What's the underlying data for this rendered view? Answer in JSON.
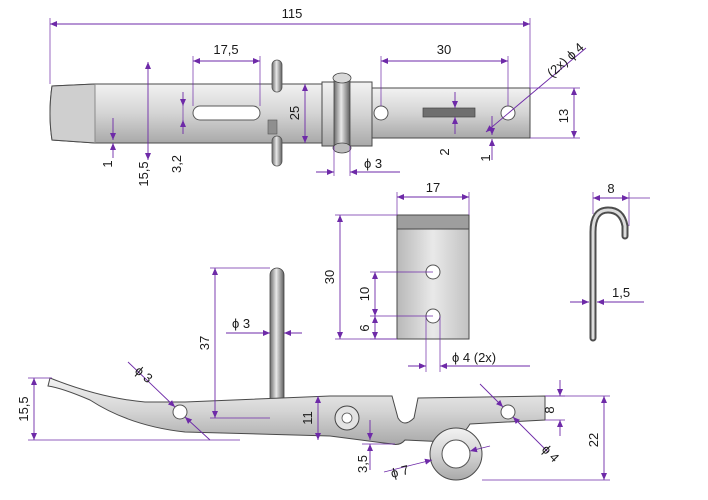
{
  "drawing": {
    "colors": {
      "dimension_line": "#6e2aa8",
      "text": "#1a1a1a",
      "metal_light": "#e6e6e6",
      "metal_mid": "#bdbdbd",
      "metal_dark": "#7b7b7b",
      "background": "#ffffff"
    },
    "top_view": {
      "dims": {
        "overall_length": "115",
        "slot_length": "17,5",
        "plate_spacing": "30",
        "hole_count_diameter": "(2x) ϕ 4",
        "width_25": "25",
        "width_13": "13",
        "edge_1_left": "1",
        "height_15_5": "15,5",
        "slot_width": "3,2",
        "pin_diameter": "ϕ 3",
        "slot_2": "2",
        "edge_1_right": "1"
      }
    },
    "plate_view": {
      "dims": {
        "width": "17",
        "height": "30",
        "hole_spacing": "10",
        "hole_offset": "6",
        "hole_diameter": "ϕ 4  (2x)"
      }
    },
    "hook_view": {
      "dims": {
        "width": "8",
        "thickness": "1,5"
      }
    },
    "side_view": {
      "dims": {
        "handle_height": "37",
        "handle_rod": "ϕ 3",
        "pin_left": "ϕ 3",
        "tip_height": "15,5",
        "height_11": "11",
        "offset_3_5": "3,5",
        "eye_diameter": "ϕ 7",
        "height_8": "8",
        "height_22": "22",
        "hole_right": "ϕ 4"
      }
    }
  }
}
